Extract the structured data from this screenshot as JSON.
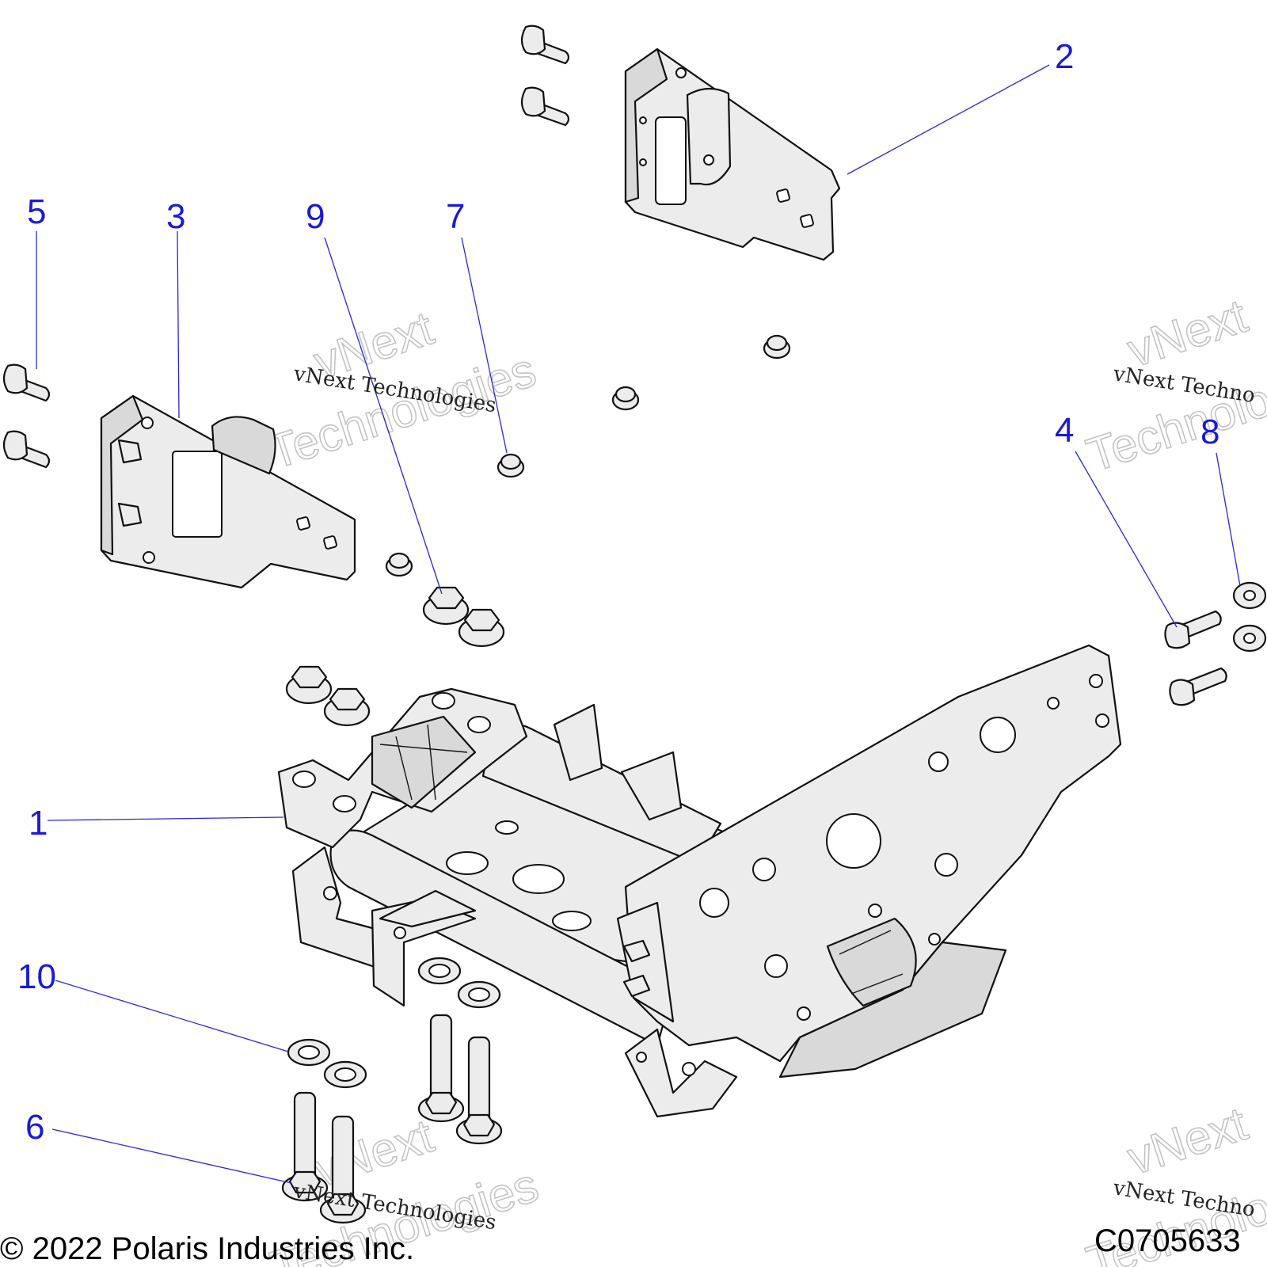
{
  "callouts": [
    {
      "label": "1"
    },
    {
      "label": "2"
    },
    {
      "label": "3"
    },
    {
      "label": "4"
    },
    {
      "label": "5"
    },
    {
      "label": "6"
    },
    {
      "label": "7"
    },
    {
      "label": "8"
    },
    {
      "label": "9"
    },
    {
      "label": "10"
    }
  ],
  "watermark": {
    "small_text": "vNext Technologies",
    "small_text_clipped": "vNext Techno",
    "big_line1": "vNext",
    "big_line2": "Technologies"
  },
  "footer": {
    "copyright": "© 2022 Polaris Industries Inc.",
    "drawing_code": "C0705633"
  }
}
